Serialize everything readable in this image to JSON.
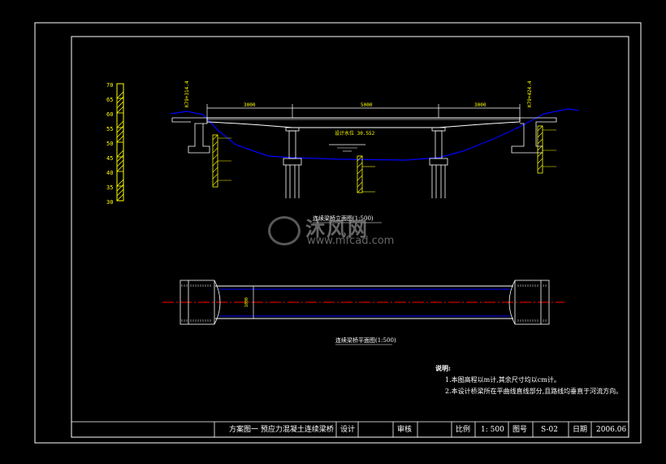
{
  "drawing": {
    "elevation_title": "连续梁桥立面图(1:500)",
    "plan_title": "连续梁桥平面图(1:500)",
    "left_abutment_label": "K79+314.4",
    "right_abutment_label": "K79+424.4",
    "span_labels": [
      "3000",
      "5000",
      "3000"
    ],
    "water_level_label": "设计水位 30.552",
    "scale_bar_ticks": [
      "70",
      "65",
      "60",
      "55",
      "50",
      "45",
      "40",
      "35",
      "30"
    ],
    "plan_width_label": "1000"
  },
  "notes": {
    "heading": "说明:",
    "items": [
      "1.本图高程以m计,其余尺寸均以cm计。",
      "2.本设计桥梁所在平曲线直线部分,且路线均垂直于河流方向。"
    ]
  },
  "title_block": {
    "project": "方案图一  预应力混凝土连续梁桥",
    "design_label": "设计",
    "review_label": "审核",
    "scale_label": "比例",
    "scale_value": "1: 500",
    "drawing_no_label": "图号",
    "drawing_no_value": "S-02",
    "date_label": "日期",
    "date_value": "2006.06"
  },
  "watermark": {
    "brand": "沐风网",
    "url": "www.mfcad.com"
  },
  "colors": {
    "background": "#000000",
    "frame": "#ffffff",
    "structure": "#ffffff",
    "annotation": "#ffff00",
    "water_line": "#0000ff",
    "centerline": "#ff0000",
    "hatch": "#ffff00"
  }
}
